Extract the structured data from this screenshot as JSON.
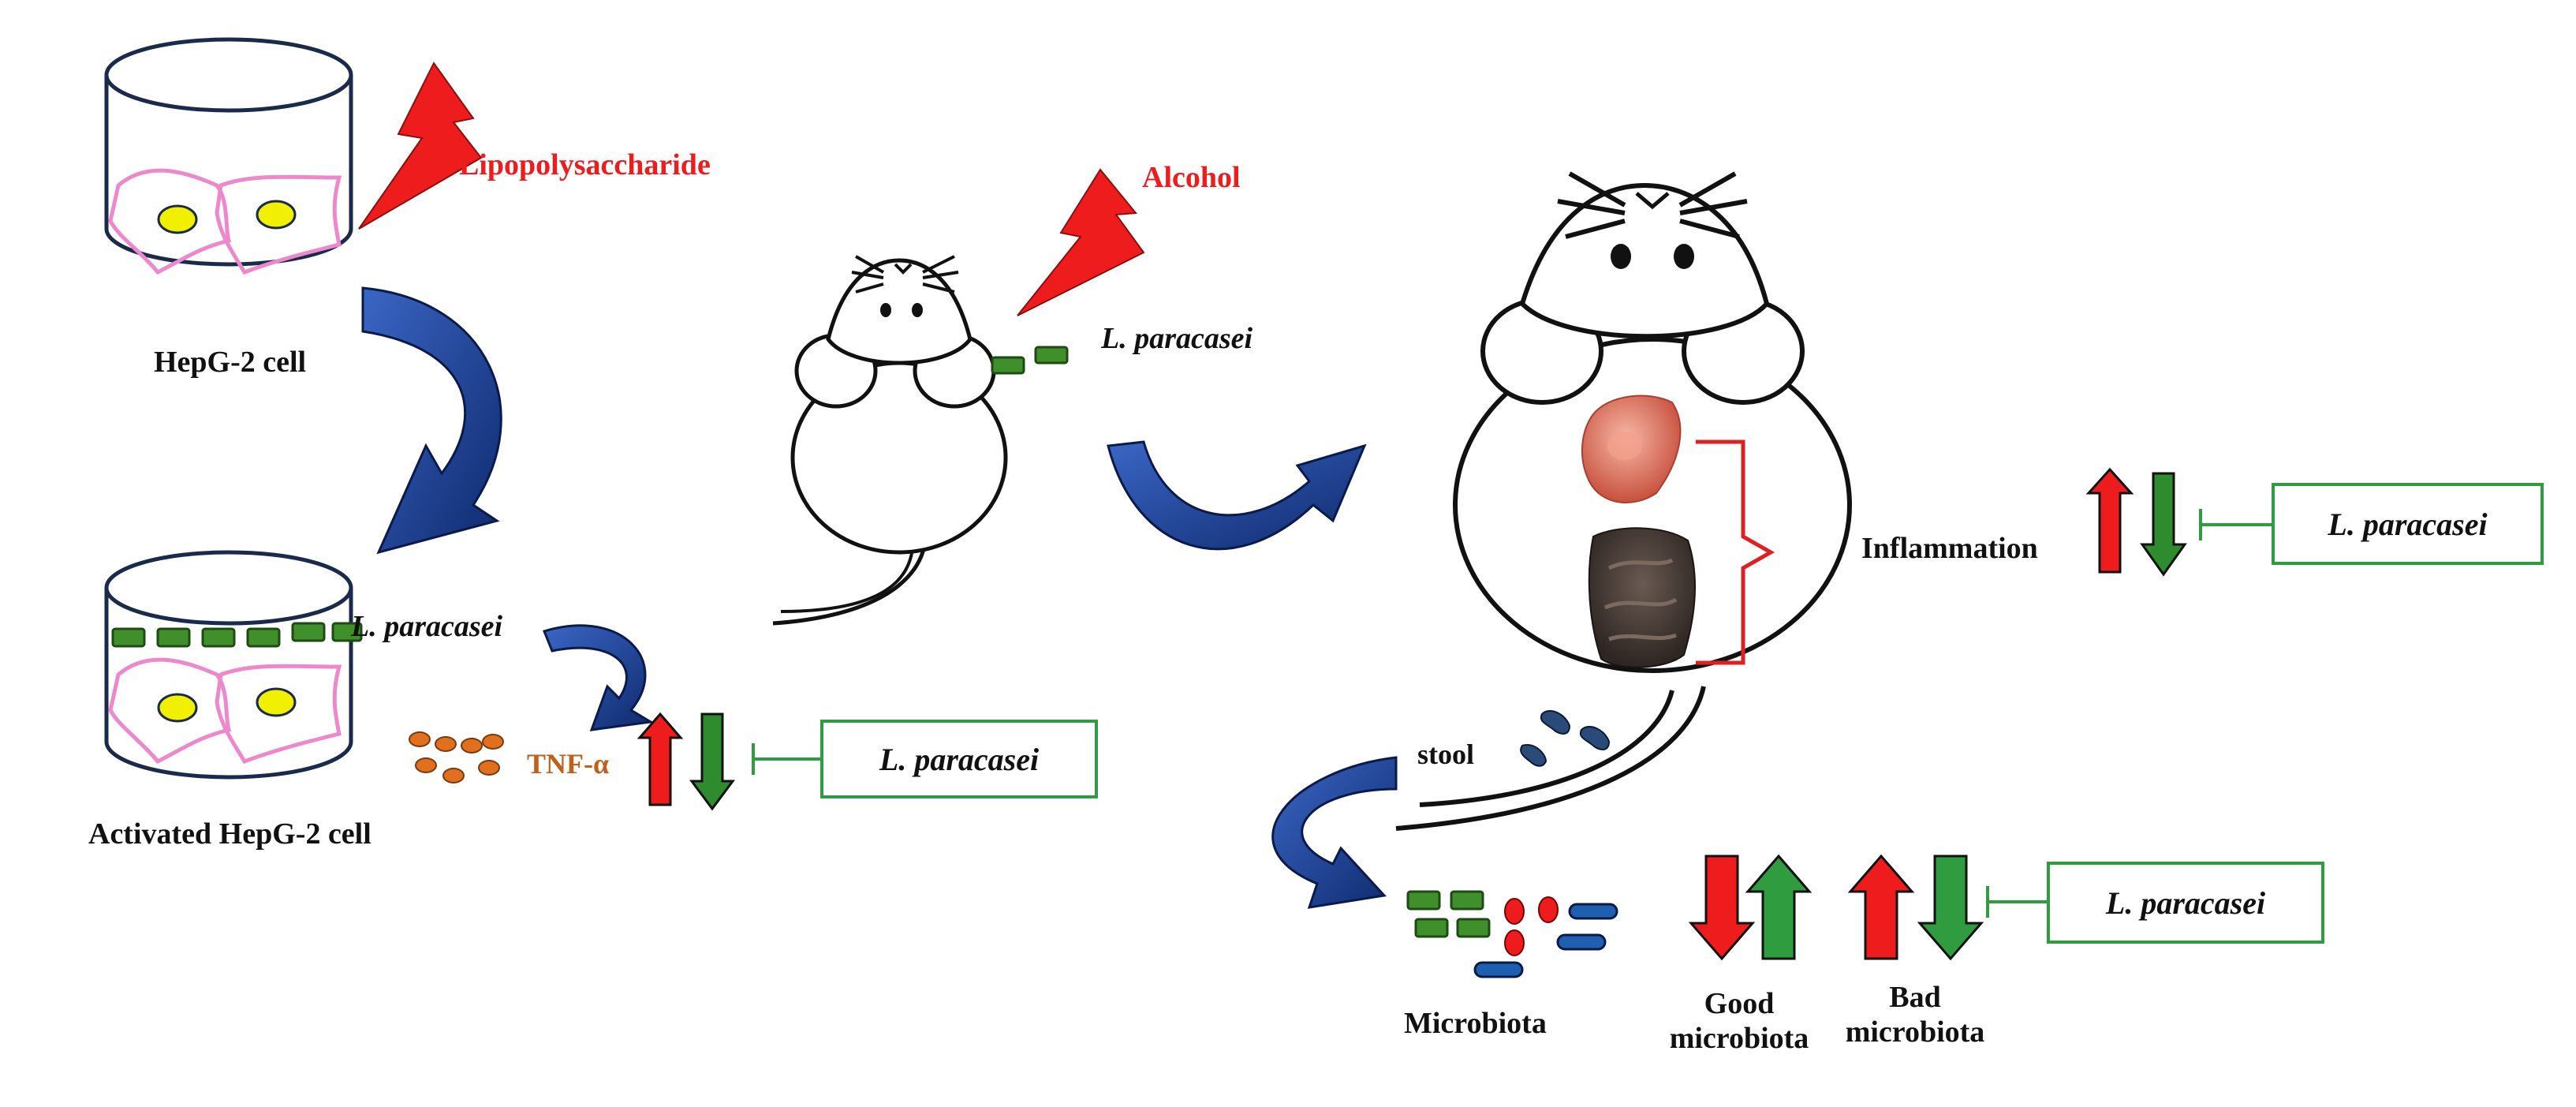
{
  "labels": {
    "lps": "Lipopolysaccharide",
    "hepg2": "HepG-2 cell",
    "activated_hepg2": "Activated HepG-2 cell",
    "lp_cell": "L. paracasei",
    "tnf": "TNF-α",
    "alcohol": "Alcohol",
    "lp_mouse": "L. paracasei",
    "inflammation": "Inflammation",
    "stool": "stool",
    "microbiota": "Microbiota",
    "good_line1": "Good",
    "good_line2": "microbiota",
    "bad_line1": "Bad",
    "bad_line2": "microbiota"
  },
  "inhibitors": {
    "tnf": "L. paracasei",
    "inflammation": "L. paracasei",
    "microbiota": "L. paracasei"
  },
  "colors": {
    "up_arrow": "#ee1c1c",
    "down_arrow": "#2e8b2e",
    "curved_arrow": "#1b3f8f",
    "lightning": "#ee1c1c",
    "inhibitor": "#2e9c3f",
    "probiotic": "#3f8f2a",
    "cell_membrane": "#ee88cc",
    "nucleus": "#f0f000",
    "tnf_dots": "#e0701e",
    "bracket": "#e02020"
  },
  "icons": [
    "lightning-icon",
    "curved-arrow-icon",
    "up-arrow-icon",
    "down-arrow-icon",
    "mouse-icon",
    "culture-dish-icon",
    "inhibitor-icon"
  ]
}
